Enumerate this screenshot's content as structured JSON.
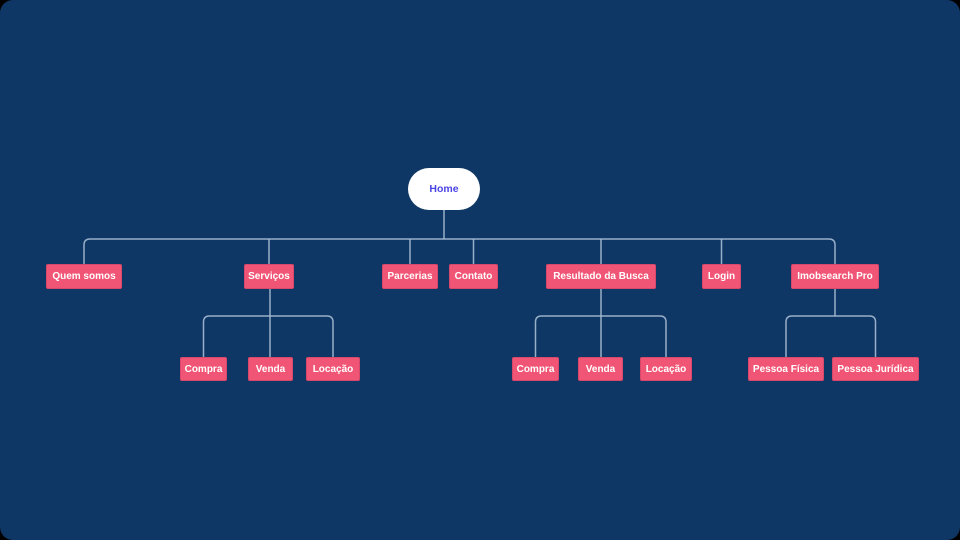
{
  "sitemap": {
    "root": {
      "label": "Home"
    },
    "pages": [
      {
        "label": "Quem somos"
      },
      {
        "label": "Serviços"
      },
      {
        "label": "Parcerias"
      },
      {
        "label": "Contato"
      },
      {
        "label": "Resultado da Busca"
      },
      {
        "label": "Login"
      },
      {
        "label": "Imobsearch Pro"
      }
    ],
    "servicos_children": [
      {
        "label": "Compra"
      },
      {
        "label": "Venda"
      },
      {
        "label": "Locação"
      }
    ],
    "resultado_children": [
      {
        "label": "Compra"
      },
      {
        "label": "Venda"
      },
      {
        "label": "Locação"
      }
    ],
    "imobsearch_children": [
      {
        "label": "Pessoa Física"
      },
      {
        "label": "Pessoa Jurídica"
      }
    ]
  },
  "colors": {
    "canvas_background": "#0e3766",
    "node_background": "#f15575",
    "node_border": "#d8486b",
    "node_text": "#ffffff",
    "root_background": "#ffffff",
    "root_text": "#4b44e5",
    "connector": "#a7bcd2"
  }
}
